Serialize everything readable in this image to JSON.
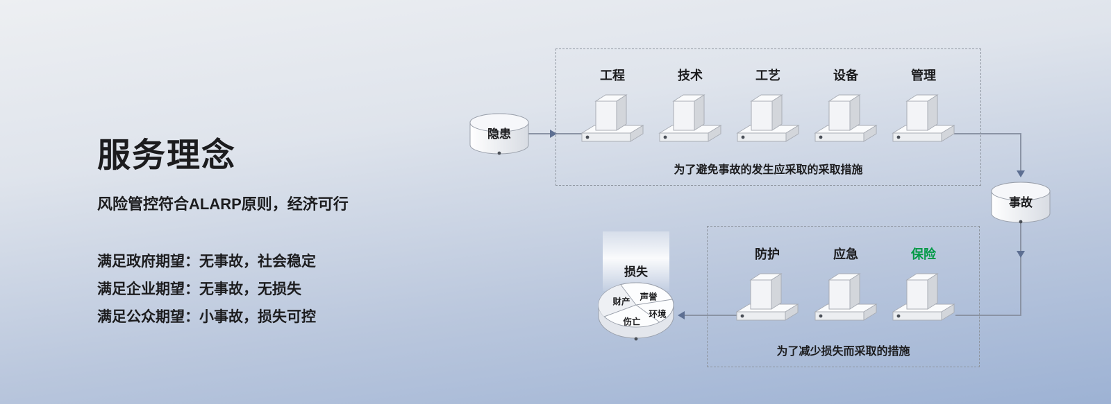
{
  "intro": {
    "title": "服务理念",
    "subtitle": "风险管控符合ALARP原则，经济可行",
    "expectations": [
      "满足政府期望：无事故，社会稳定",
      "满足企业期望：无事故，无损失",
      "满足公众期望：小事故，损失可控"
    ]
  },
  "flow": {
    "hazard": "隐患",
    "accident": "事故",
    "loss": "损失",
    "prevention": {
      "caption": "为了避免事故的发生应采取的采取措施",
      "barriers": [
        "工程",
        "技术",
        "工艺",
        "设备",
        "管理"
      ]
    },
    "mitigation": {
      "caption": "为了减少损失而采取的措施",
      "barriers": [
        "防护",
        "应急",
        "保险"
      ]
    },
    "loss_segments": [
      "财产",
      "声誉",
      "环境",
      "伤亡"
    ]
  },
  "colors": {
    "background_top": "#edeff2",
    "background_bottom": "#9db2d4",
    "text": "#1c1c1e",
    "highlight_green": "#009944",
    "arrow": "#5d6f92",
    "dashed_border": "#8e959f"
  }
}
